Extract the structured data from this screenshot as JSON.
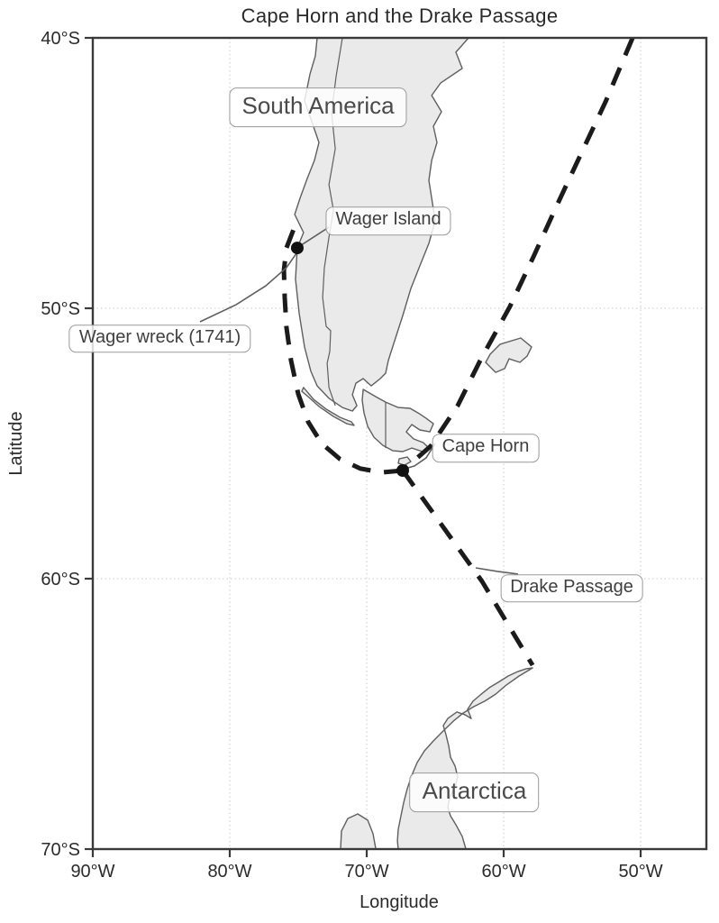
{
  "page": {
    "title": "Cape Horn and the Drake Passage"
  },
  "chart_data": {
    "type": "map",
    "title": "Cape Horn and the Drake Passage",
    "xlabel": "Longitude",
    "ylabel": "Latitude",
    "xlim": [
      -90,
      -45.2
    ],
    "ylim": [
      -70,
      -40
    ],
    "grid": {
      "x_values": [
        -80,
        -70,
        -60,
        -50
      ],
      "y_values": [
        -50,
        -60
      ],
      "style": "dotted"
    },
    "x_ticks": [
      {
        "value": -90,
        "label": "90°W"
      },
      {
        "value": -80,
        "label": "80°W"
      },
      {
        "value": -70,
        "label": "70°W"
      },
      {
        "value": -60,
        "label": "60°W"
      },
      {
        "value": -50,
        "label": "50°W"
      }
    ],
    "y_ticks": [
      {
        "value": -40,
        "label": "40°S"
      },
      {
        "value": -50,
        "label": "50°S"
      },
      {
        "value": -60,
        "label": "60°S"
      },
      {
        "value": -70,
        "label": "70°S"
      }
    ],
    "colors": {
      "land": "#eaeaea",
      "coast": "#5f5f5f",
      "route": "#1b1b1b",
      "grid": "#c9c9c9",
      "axis": "#3a3a3a",
      "leader": "#606060",
      "label_border": "#9a9a9a",
      "label_text": "#3f3f3f",
      "marker": "#111111"
    },
    "land": [
      {
        "name": "patagonia-mainland",
        "coords": [
          [
            -73.62,
            -40.0
          ],
          [
            -73.75,
            -40.67
          ],
          [
            -74.14,
            -41.33
          ],
          [
            -74.54,
            -42.33
          ],
          [
            -74.01,
            -43.1
          ],
          [
            -73.49,
            -43.87
          ],
          [
            -73.82,
            -44.53
          ],
          [
            -74.34,
            -45.2
          ],
          [
            -74.87,
            -45.93
          ],
          [
            -75.26,
            -46.53
          ],
          [
            -74.61,
            -47.2
          ],
          [
            -75.07,
            -47.77
          ],
          [
            -75.2,
            -48.93
          ],
          [
            -74.93,
            -50.2
          ],
          [
            -74.54,
            -51.43
          ],
          [
            -74.08,
            -52.33
          ],
          [
            -73.62,
            -52.87
          ],
          [
            -72.76,
            -53.33
          ],
          [
            -71.78,
            -53.67
          ],
          [
            -71.05,
            -53.8
          ],
          [
            -70.72,
            -53.6
          ],
          [
            -71.05,
            -53.2
          ],
          [
            -70.79,
            -52.77
          ],
          [
            -70.26,
            -52.6
          ],
          [
            -69.67,
            -52.87
          ],
          [
            -69.01,
            -52.6
          ],
          [
            -68.62,
            -52.4
          ],
          [
            -68.42,
            -51.93
          ],
          [
            -67.96,
            -51.2
          ],
          [
            -67.37,
            -50.27
          ],
          [
            -66.78,
            -49.27
          ],
          [
            -66.12,
            -48.43
          ],
          [
            -65.46,
            -47.6
          ],
          [
            -65.0,
            -46.77
          ],
          [
            -65.26,
            -45.93
          ],
          [
            -65.46,
            -45.27
          ],
          [
            -65.26,
            -44.53
          ],
          [
            -64.87,
            -43.87
          ],
          [
            -65.13,
            -43.27
          ],
          [
            -64.54,
            -42.73
          ],
          [
            -65.26,
            -42.13
          ],
          [
            -64.61,
            -41.67
          ],
          [
            -63.03,
            -41.13
          ],
          [
            -63.49,
            -40.53
          ],
          [
            -62.57,
            -40.0
          ]
        ]
      },
      {
        "name": "island-chain-sliver",
        "coords": [
          [
            -74.61,
            -52.93
          ],
          [
            -73.88,
            -53.37
          ],
          [
            -72.96,
            -53.73
          ],
          [
            -71.97,
            -54.03
          ],
          [
            -71.12,
            -54.2
          ],
          [
            -70.92,
            -54.33
          ],
          [
            -71.45,
            -54.27
          ],
          [
            -72.43,
            -54.0
          ],
          [
            -73.49,
            -53.63
          ],
          [
            -74.28,
            -53.27
          ],
          [
            -74.74,
            -53.07
          ]
        ]
      },
      {
        "name": "tierra-del-fuego",
        "coords": [
          [
            -70.26,
            -53.0
          ],
          [
            -69.34,
            -53.27
          ],
          [
            -68.62,
            -53.47
          ],
          [
            -67.7,
            -53.67
          ],
          [
            -66.84,
            -53.7
          ],
          [
            -66.25,
            -53.87
          ],
          [
            -65.66,
            -54.07
          ],
          [
            -65.13,
            -54.27
          ],
          [
            -65.39,
            -54.57
          ],
          [
            -66.12,
            -54.5
          ],
          [
            -66.71,
            -54.3
          ],
          [
            -67.11,
            -54.57
          ],
          [
            -66.58,
            -54.83
          ],
          [
            -65.86,
            -54.97
          ],
          [
            -65.46,
            -55.17
          ],
          [
            -65.92,
            -55.3
          ],
          [
            -66.71,
            -55.17
          ],
          [
            -67.37,
            -55.3
          ],
          [
            -68.09,
            -55.27
          ],
          [
            -68.82,
            -55.07
          ],
          [
            -69.47,
            -54.77
          ],
          [
            -69.93,
            -54.37
          ],
          [
            -70.2,
            -53.87
          ],
          [
            -70.33,
            -53.4
          ]
        ]
      },
      {
        "name": "hornos-islet",
        "coords": [
          [
            -67.63,
            -55.57
          ],
          [
            -67.04,
            -55.5
          ],
          [
            -66.78,
            -55.67
          ],
          [
            -67.24,
            -55.8
          ],
          [
            -67.7,
            -55.73
          ]
        ]
      },
      {
        "name": "falkland-islands",
        "coords": [
          [
            -60.26,
            -51.33
          ],
          [
            -58.75,
            -51.1
          ],
          [
            -57.96,
            -51.43
          ],
          [
            -58.29,
            -51.77
          ],
          [
            -58.82,
            -52.0
          ],
          [
            -59.61,
            -51.87
          ],
          [
            -59.93,
            -52.23
          ],
          [
            -60.59,
            -52.37
          ],
          [
            -61.32,
            -52.0
          ],
          [
            -60.99,
            -51.7
          ]
        ]
      },
      {
        "name": "antarctic-peninsula",
        "coords": [
          [
            -57.89,
            -63.3
          ],
          [
            -58.88,
            -63.6
          ],
          [
            -59.8,
            -63.93
          ],
          [
            -60.59,
            -64.27
          ],
          [
            -61.38,
            -64.53
          ],
          [
            -62.17,
            -64.73
          ],
          [
            -62.96,
            -64.97
          ],
          [
            -63.68,
            -65.27
          ],
          [
            -64.41,
            -65.63
          ],
          [
            -65.13,
            -66.0
          ],
          [
            -65.79,
            -66.37
          ],
          [
            -66.32,
            -66.8
          ],
          [
            -66.71,
            -67.27
          ],
          [
            -67.04,
            -67.77
          ],
          [
            -67.3,
            -68.27
          ],
          [
            -67.5,
            -68.77
          ],
          [
            -67.7,
            -69.27
          ],
          [
            -67.76,
            -69.7
          ],
          [
            -67.7,
            -70.0
          ],
          [
            -62.76,
            -70.0
          ],
          [
            -63.03,
            -69.53
          ],
          [
            -63.49,
            -69.1
          ],
          [
            -63.88,
            -68.77
          ],
          [
            -64.08,
            -68.47
          ],
          [
            -63.95,
            -68.1
          ],
          [
            -63.55,
            -67.7
          ],
          [
            -63.36,
            -67.33
          ],
          [
            -63.55,
            -66.93
          ],
          [
            -63.88,
            -66.6
          ],
          [
            -64.01,
            -66.2
          ],
          [
            -64.21,
            -65.77
          ],
          [
            -64.41,
            -65.43
          ],
          [
            -64.08,
            -65.17
          ],
          [
            -63.42,
            -64.93
          ],
          [
            -62.83,
            -65.03
          ],
          [
            -62.37,
            -65.17
          ],
          [
            -62.63,
            -64.83
          ],
          [
            -62.24,
            -64.53
          ],
          [
            -61.64,
            -64.27
          ],
          [
            -61.05,
            -64.03
          ],
          [
            -60.39,
            -63.83
          ],
          [
            -59.67,
            -63.6
          ],
          [
            -58.95,
            -63.43
          ],
          [
            -58.36,
            -63.33
          ]
        ]
      },
      {
        "name": "antarctic-islet",
        "coords": [
          [
            -71.91,
            -70.0
          ],
          [
            -71.84,
            -69.33
          ],
          [
            -71.38,
            -68.87
          ],
          [
            -70.66,
            -68.7
          ],
          [
            -69.93,
            -68.93
          ],
          [
            -69.54,
            -69.43
          ],
          [
            -69.34,
            -70.0
          ]
        ]
      }
    ],
    "inner_borders": [
      {
        "name": "chile-argentina-border",
        "coords": [
          [
            -71.78,
            -40.0
          ],
          [
            -72.24,
            -41.43
          ],
          [
            -72.57,
            -42.77
          ],
          [
            -72.3,
            -44.1
          ],
          [
            -72.76,
            -45.43
          ],
          [
            -72.43,
            -46.37
          ],
          [
            -72.76,
            -47.37
          ],
          [
            -73.09,
            -48.5
          ],
          [
            -73.22,
            -49.6
          ],
          [
            -72.96,
            -50.67
          ],
          [
            -72.63,
            -50.83
          ],
          [
            -72.7,
            -51.6
          ],
          [
            -72.89,
            -52.03
          ],
          [
            -72.76,
            -52.93
          ],
          [
            -72.3,
            -53.6
          ]
        ]
      },
      {
        "name": "tierra-del-fuego-border",
        "coords": [
          [
            -68.62,
            -53.47
          ],
          [
            -68.62,
            -55.17
          ]
        ]
      }
    ],
    "route": {
      "style": "dashed",
      "segments": [
        {
          "name": "route-atlantic-approach",
          "points": [
            [
              -50.59,
              -40.0
            ],
            [
              -52.57,
              -42.37
            ],
            [
              -54.34,
              -44.27
            ],
            [
              -56.12,
              -46.2
            ],
            [
              -57.83,
              -48.1
            ],
            [
              -59.54,
              -49.93
            ],
            [
              -61.71,
              -51.93
            ],
            [
              -63.36,
              -53.6
            ],
            [
              -65.33,
              -55.1
            ],
            [
              -67.37,
              -56.0
            ]
          ]
        },
        {
          "name": "route-drake-passage",
          "points": [
            [
              -67.37,
              -56.0
            ],
            [
              -61.58,
              -60.1
            ],
            [
              -57.89,
              -63.2
            ]
          ]
        },
        {
          "name": "route-chilean-coast",
          "points": [
            [
              -67.37,
              -56.0
            ],
            [
              -68.88,
              -56.07
            ],
            [
              -70.46,
              -55.93
            ],
            [
              -71.97,
              -55.57
            ],
            [
              -73.29,
              -55.0
            ],
            [
              -74.28,
              -54.2
            ],
            [
              -75.0,
              -53.17
            ],
            [
              -75.53,
              -51.93
            ],
            [
              -75.86,
              -50.7
            ],
            [
              -75.99,
              -49.6
            ],
            [
              -76.05,
              -48.6
            ],
            [
              -75.86,
              -47.77
            ],
            [
              -75.33,
              -47.07
            ]
          ]
        }
      ]
    },
    "markers": [
      {
        "name": "wager-island-marker",
        "lon": -75.07,
        "lat": -47.77
      },
      {
        "name": "cape-horn-marker",
        "lon": -67.37,
        "lat": -56.0
      }
    ],
    "annotations": [
      {
        "name": "south-america-label",
        "text": "South America",
        "lon": -73.55,
        "lat": -42.57,
        "size": "large",
        "leader": null
      },
      {
        "name": "wager-island-label",
        "text": "Wager Island",
        "lon": -68.42,
        "lat": -46.77,
        "size": "small",
        "leader": [
          [
            -72.76,
            -47.0
          ],
          [
            -74.8,
            -47.67
          ]
        ]
      },
      {
        "name": "wager-wreck-label",
        "text": "Wager wreck (1741)",
        "lon": -85.1,
        "lat": -51.13,
        "size": "small",
        "leader": [
          [
            -82.17,
            -50.5
          ],
          [
            -79.54,
            -49.87
          ],
          [
            -77.37,
            -49.17
          ],
          [
            -75.86,
            -48.5
          ],
          [
            -75.13,
            -47.97
          ]
        ]
      },
      {
        "name": "cape-horn-label",
        "text": "Cape Horn",
        "lon": -61.32,
        "lat": -55.17,
        "size": "small",
        "leader": [
          [
            -65.0,
            -55.0
          ],
          [
            -65.66,
            -55.53
          ],
          [
            -66.51,
            -55.83
          ],
          [
            -67.17,
            -55.93
          ]
        ]
      },
      {
        "name": "drake-passage-label",
        "text": "Drake Passage",
        "lon": -55.03,
        "lat": -60.35,
        "size": "small",
        "leader": [
          [
            -58.95,
            -59.83
          ],
          [
            -60.46,
            -59.73
          ],
          [
            -62.04,
            -59.6
          ]
        ]
      },
      {
        "name": "antarctica-label",
        "text": "Antarctica",
        "lon": -62.14,
        "lat": -67.9,
        "size": "large",
        "leader": null
      }
    ]
  }
}
